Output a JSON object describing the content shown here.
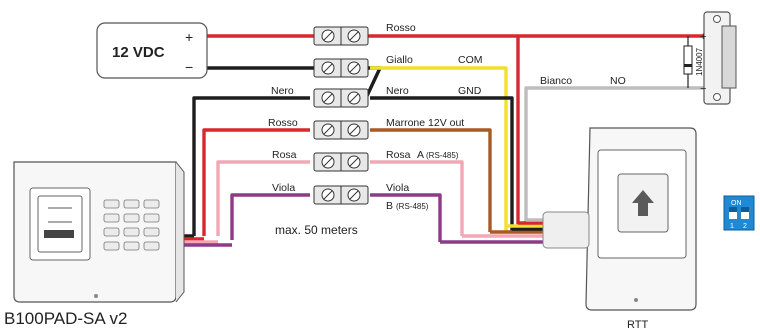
{
  "power_supply": {
    "label": "12 VDC",
    "plus": "+",
    "minus": "−"
  },
  "colors": {
    "red": "#d6282e",
    "black": "#1d1d1d",
    "yellow": "#f2e12b",
    "white": "#bdbdbd",
    "brown": "#a85a22",
    "pink": "#f1a7b5",
    "violet": "#8e3a87",
    "dip_blue": "#1e8ad6"
  },
  "wire_labels": {
    "rosso_top": "Rosso",
    "giallo": "Giallo",
    "com": "COM",
    "nero_left": "Nero",
    "nero_right": "Nero",
    "gnd": "GND",
    "rosso_left": "Rosso",
    "marrone": "Marrone 12V out",
    "rosa_left": "Rosa",
    "rosa_right": "Rosa",
    "rosa_a": "A",
    "rosa_a_sub": "(RS-485)",
    "viola_left": "Viola",
    "viola_right": "Viola",
    "viola_b": "B",
    "viola_b_sub": "(RS-485)",
    "bianco": "Bianco",
    "no": "NO"
  },
  "lock": {
    "plus": "+",
    "minus": "−",
    "diode": "1N4007"
  },
  "distance_note": "max. 50 meters",
  "devices": {
    "keypad_name": "B100PAD-SA v2",
    "relay_name": "RTT"
  },
  "dip_switch": {
    "on": "ON",
    "pos1": "1",
    "pos2": "2"
  }
}
